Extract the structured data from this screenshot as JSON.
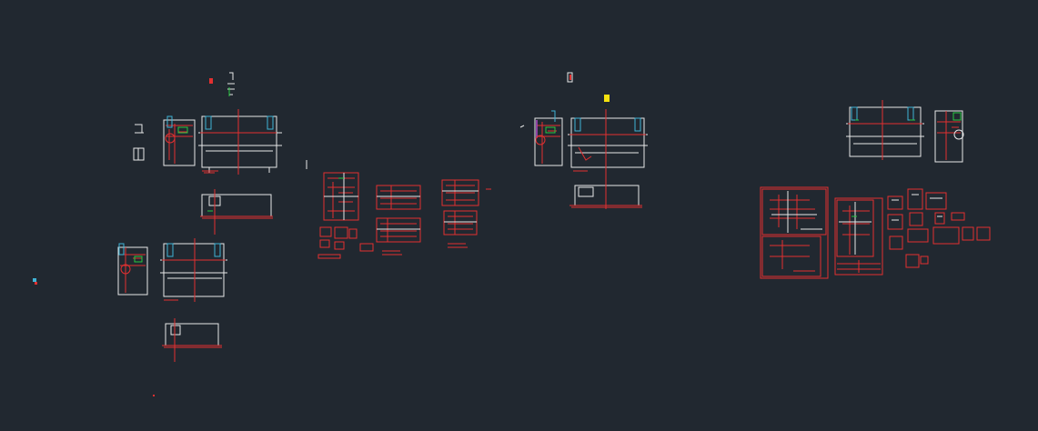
{
  "app": {
    "title": ""
  },
  "viewport": {
    "background": "#212830",
    "colors": {
      "red": "#e23030",
      "white": "#e8e8e8",
      "cyan": "#3fb3d6",
      "green": "#27c93f",
      "yellow": "#f5e10f",
      "magenta": "#b04ac8"
    }
  },
  "drawing_groups": [
    {
      "name": "assembly-view-top-left"
    },
    {
      "name": "assembly-view-bottom-left"
    },
    {
      "name": "detail-sheets-middle"
    },
    {
      "name": "assembly-view-center"
    },
    {
      "name": "assembly-view-right"
    },
    {
      "name": "title-block-sheets-right"
    }
  ]
}
